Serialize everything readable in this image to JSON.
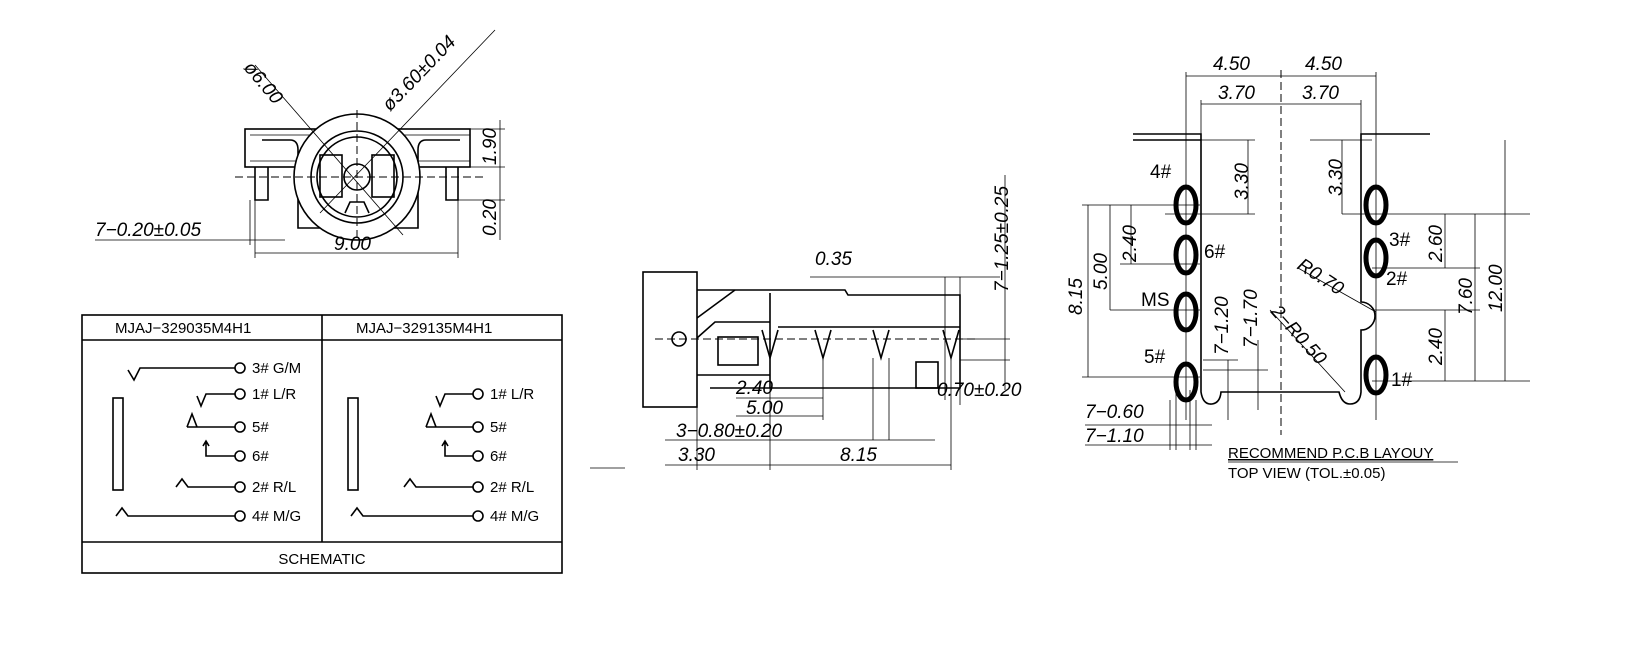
{
  "front_view": {
    "outer_diameter": "ø6.00",
    "bore_diameter": "ø3.60±0.04",
    "height_top": "1.90",
    "height_bottom": "0.20",
    "pin_width": "7−0.20±0.05",
    "width": "9.00"
  },
  "side_view": {
    "dim_035": "0.35",
    "pin_length": "7−1.25±0.25",
    "pin_thickness": "0.70±0.20",
    "dim_240": "2.40",
    "dim_500": "5.00",
    "post_dia": "3−0.80±0.20",
    "dim_330": "3.30",
    "dim_815": "8.15"
  },
  "pcb_layout": {
    "half_width_outer_left": "4.50",
    "half_width_outer_right": "4.50",
    "half_width_inner_left": "3.70",
    "half_width_inner_right": "3.70",
    "top_offset_left": "3.30",
    "top_offset_right": "3.30",
    "pins": {
      "p4": "4#",
      "p6": "6#",
      "ms": "MS",
      "p5": "5#",
      "p3": "3#",
      "p2": "2#",
      "p1": "1#"
    },
    "dim_240_left": "2.40",
    "dim_500": "5.00",
    "dim_815": "8.15",
    "slot_120": "7−1.20",
    "slot_170": "7−1.70",
    "radius_050": "2−R0.50",
    "radius_070": "R0.70",
    "dim_260": "2.60",
    "dim_760": "7.60",
    "dim_1200": "12.00",
    "dim_240_right": "2.40",
    "pad_060": "7−0.60",
    "pad_110": "7−1.10",
    "title": "RECOMMEND P.C.B LAYOUY",
    "subtitle": "TOP VIEW (TOL.±0.05)"
  },
  "schematic": {
    "left_model": "MJAJ−329035M4H1",
    "right_model": "MJAJ−329135M4H1",
    "footer": "SCHEMATIC",
    "left_pins": [
      "3# G/M",
      "1# L/R",
      "5#",
      "6#",
      "2# R/L",
      "4# M/G"
    ],
    "right_pins": [
      "1# L/R",
      "5#",
      "6#",
      "2# R/L",
      "4# M/G"
    ]
  }
}
